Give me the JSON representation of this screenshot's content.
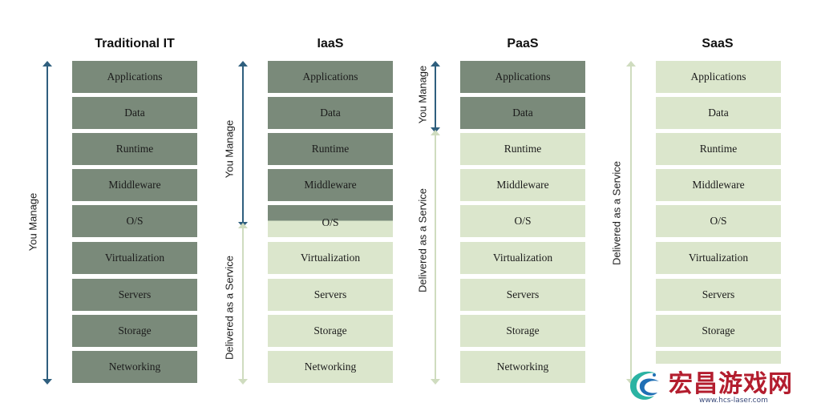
{
  "columns": [
    {
      "title": "Traditional IT"
    },
    {
      "title": "IaaS"
    },
    {
      "title": "PaaS"
    },
    {
      "title": "SaaS"
    }
  ],
  "layers": [
    "Applications",
    "Data",
    "Runtime",
    "Middleware",
    "O/S",
    "Virtualization",
    "Servers",
    "Storage",
    "Networking"
  ],
  "labels": {
    "you_manage": "You Manage",
    "delivered": "Delivered as a Service"
  },
  "colors": {
    "managed": "#7a8a7a",
    "delivered": "#dbe6cc",
    "arrow_manage": "#2f5f7e",
    "arrow_service": "#cfdcbf"
  },
  "watermark": {
    "title": "宏昌游戏网",
    "url": "www.hcs-laser.com"
  }
}
